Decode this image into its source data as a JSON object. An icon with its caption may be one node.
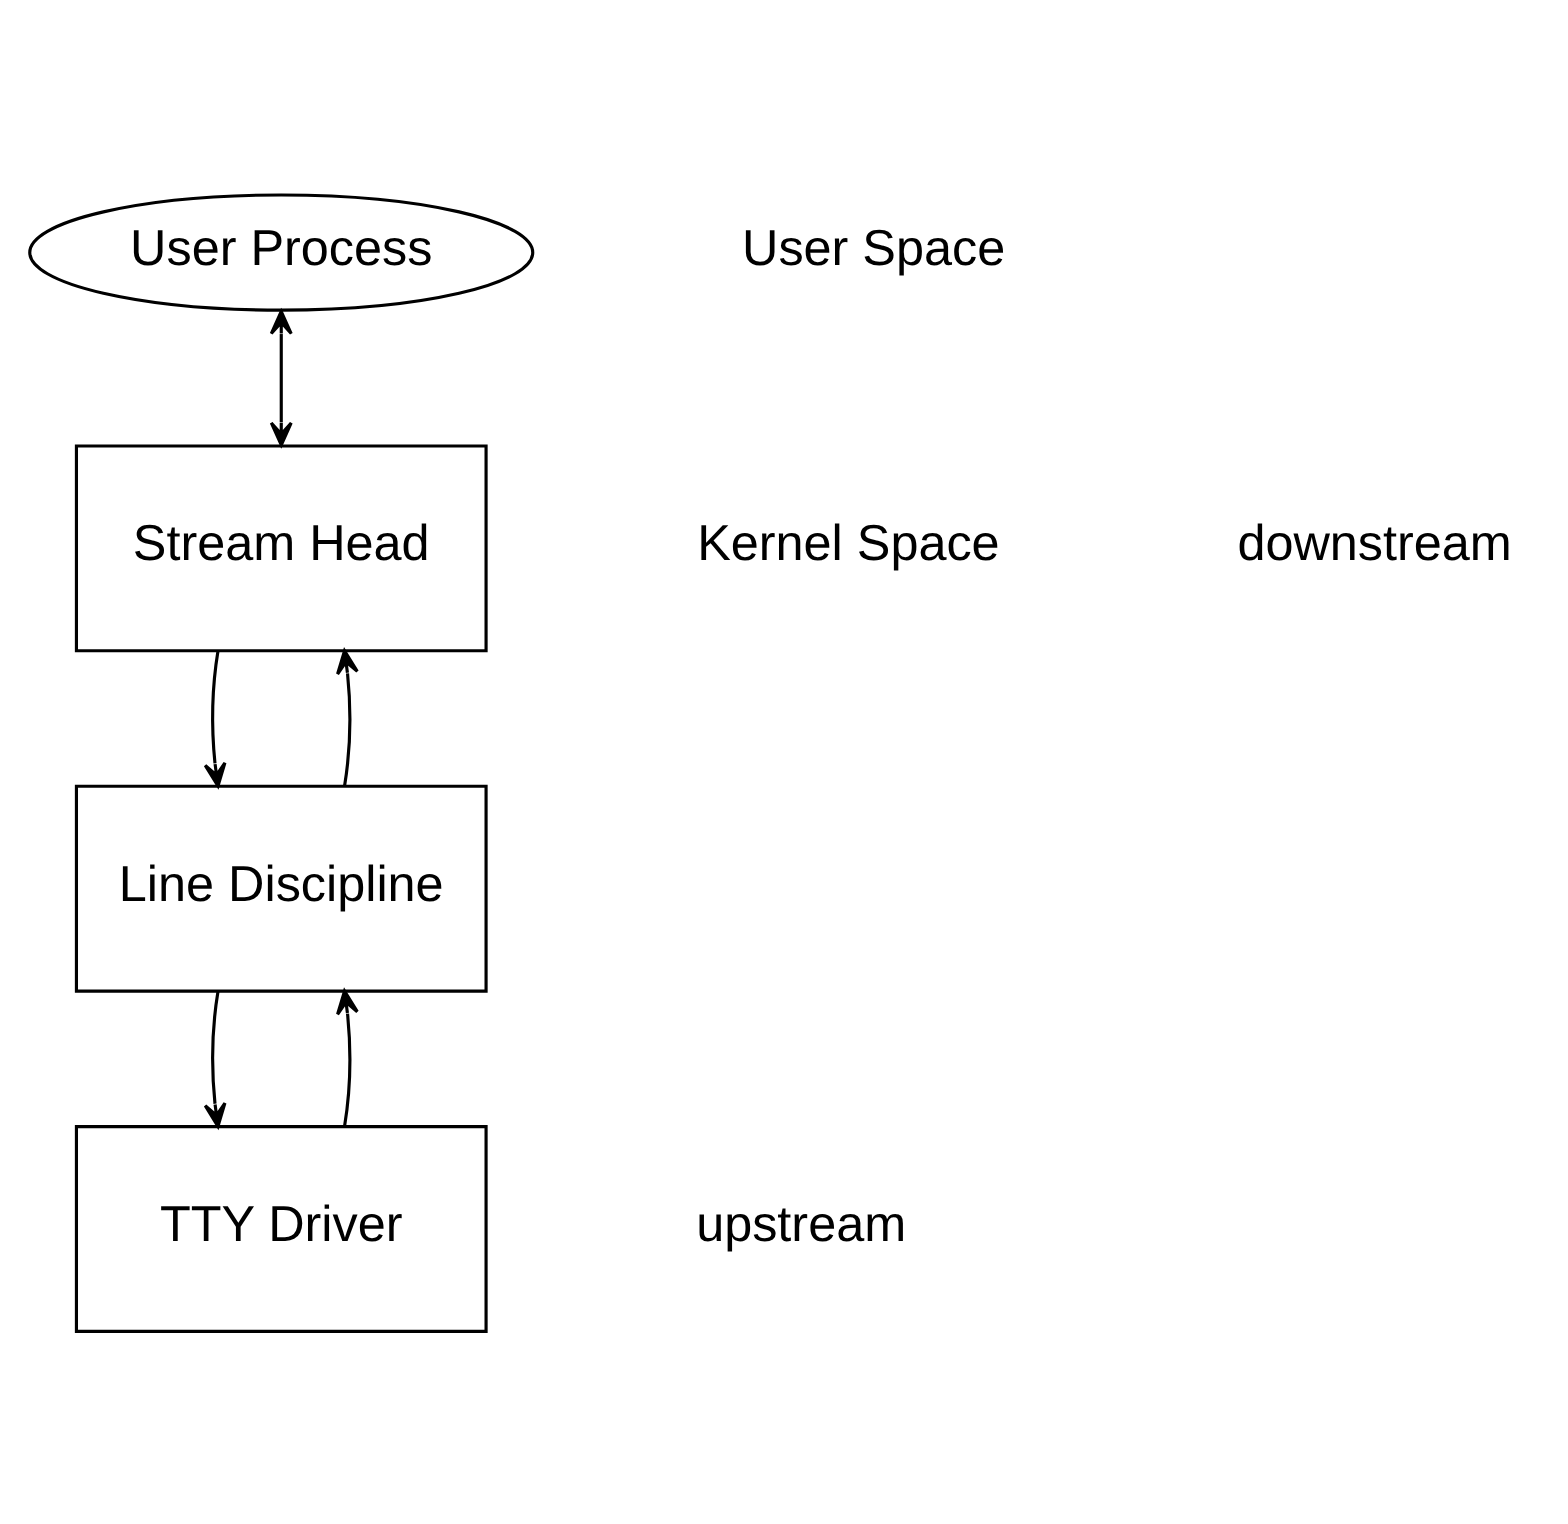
{
  "diagram": {
    "nodes": [
      {
        "text": [
          "User Process"
        ]
      },
      {
        "text": [
          "Stream Head"
        ]
      },
      {
        "text": [
          "Line Discipline"
        ]
      },
      {
        "text": [
          "TTY Driver"
        ]
      }
    ],
    "edges": [
      {
        "from": 0,
        "to": 1,
        "arrow": "both"
      },
      {
        "from": 1,
        "to": 2,
        "arrow": "to"
      },
      {
        "from": 2,
        "to": 1,
        "arrow": "to"
      },
      {
        "from": 2,
        "to": 3,
        "arrow": "to"
      },
      {
        "from": 3,
        "to": 2,
        "arrow": "to"
      }
    ],
    "labels": [
      "User Space",
      "Kernel Space",
      "downstream",
      "upstream"
    ]
  }
}
